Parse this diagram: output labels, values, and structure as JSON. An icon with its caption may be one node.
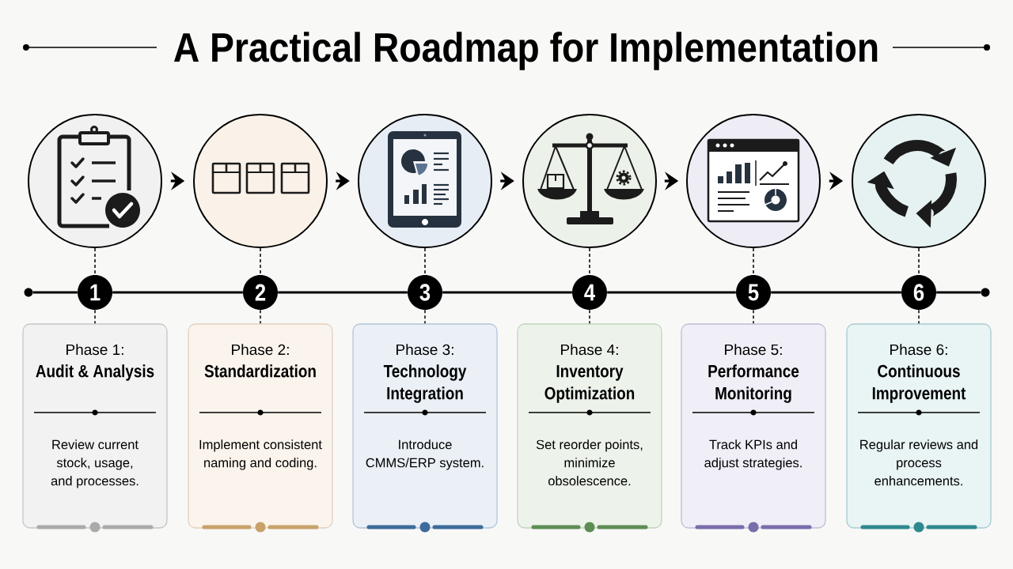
{
  "diagram": {
    "title": "A Practical Roadmap for Implementation",
    "nodes": [
      {
        "text": [],
        "shape": "circle"
      },
      {
        "text": [],
        "shape": "circle"
      },
      {
        "text": [],
        "shape": "circle"
      },
      {
        "text": [],
        "shape": "circle"
      },
      {
        "text": [],
        "shape": "circle"
      },
      {
        "text": [],
        "shape": "circle"
      },
      {
        "text": [],
        "shape": "circle"
      },
      {
        "text": [
          "1"
        ]
      },
      {
        "text": [
          "2"
        ]
      },
      {
        "text": [
          "3"
        ]
      },
      {
        "text": [
          "4"
        ]
      },
      {
        "text": [
          "5"
        ]
      },
      {
        "text": [
          "6"
        ]
      },
      {
        "text": [],
        "shape": "circle"
      },
      {
        "text": [
          "Phase 1:",
          "Audit & Analysis",
          "Review current stock, usage, and processes."
        ]
      },
      {
        "text": [
          "Phase 2:",
          "Standardization",
          "Implement consistent naming and coding."
        ]
      },
      {
        "text": [
          "Phase 3:",
          "Technology Integration",
          "Introduce CMMS/ERP system."
        ]
      },
      {
        "text": [
          "Phase 4:",
          "Inventory Optimization",
          "Set reorder points, minimize obsolescence."
        ]
      },
      {
        "text": [
          "Phase 5:",
          "Performance Monitoring",
          "Track KPIs and adjust strategies."
        ]
      },
      {
        "text": [
          "Phase 6:",
          "Continuous Improvement",
          "Regular reviews and process enhancements."
        ]
      }
    ],
    "edges": [
      {
        "from": 0,
        "to": 1,
        "arrow": "to"
      },
      {
        "from": 1,
        "to": 2,
        "arrow": "to"
      },
      {
        "from": 2,
        "to": 3,
        "arrow": "to"
      },
      {
        "from": 3,
        "to": 4,
        "arrow": "to"
      },
      {
        "from": 4,
        "to": 5,
        "arrow": "to"
      },
      {
        "from": 0,
        "to": 7,
        "arrow": "none",
        "style": "dashed"
      },
      {
        "from": 1,
        "to": 8,
        "arrow": "none",
        "style": "dashed"
      },
      {
        "from": 2,
        "to": 9,
        "arrow": "none",
        "style": "dashed"
      },
      {
        "from": 3,
        "to": 10,
        "arrow": "none",
        "style": "dashed"
      },
      {
        "from": 4,
        "to": 11,
        "arrow": "none",
        "style": "dashed"
      },
      {
        "from": 5,
        "to": 12,
        "arrow": "none",
        "style": "dashed"
      },
      {
        "from": 7,
        "to": 14,
        "arrow": "none",
        "style": "dashed"
      },
      {
        "from": 8,
        "to": 15,
        "arrow": "none",
        "style": "dashed"
      },
      {
        "from": 9,
        "to": 16,
        "arrow": "none",
        "style": "dashed"
      },
      {
        "from": 10,
        "to": 17,
        "arrow": "none",
        "style": "dashed"
      },
      {
        "from": 11,
        "to": 18,
        "arrow": "none",
        "style": "dashed"
      },
      {
        "from": 12,
        "to": 19,
        "arrow": "none",
        "style": "dashed"
      },
      {
        "from": 6,
        "to": 7,
        "arrow": "none"
      },
      {
        "from": 7,
        "to": 8,
        "arrow": "none"
      },
      {
        "from": 8,
        "to": 9,
        "arrow": "none"
      },
      {
        "from": 9,
        "to": 10,
        "arrow": "none"
      },
      {
        "from": 10,
        "to": 11,
        "arrow": "none"
      },
      {
        "from": 11,
        "to": 12,
        "arrow": "none"
      },
      {
        "from": 12,
        "to": 13,
        "arrow": "none"
      }
    ]
  }
}
